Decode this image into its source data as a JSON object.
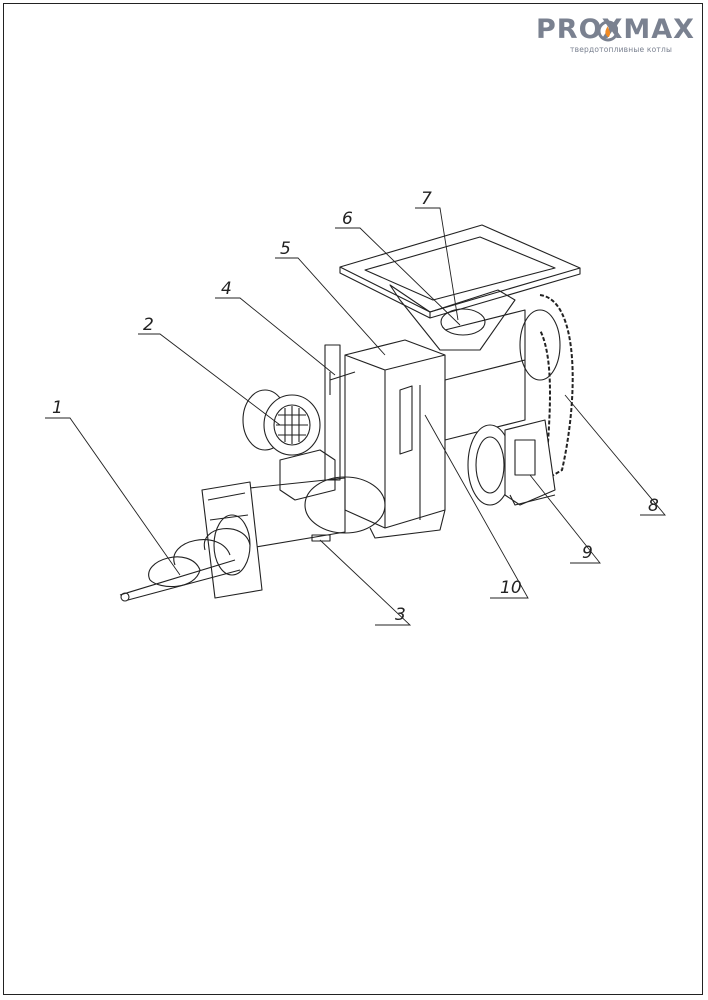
{
  "logo": {
    "brand": "PROXMAX",
    "tagline": "твердотопливные котлы",
    "icon": "flame-icon",
    "color": "#7a8190",
    "accent": "#f08a24"
  },
  "callouts": [
    "1",
    "2",
    "3",
    "4",
    "5",
    "6",
    "7",
    "8",
    "9",
    "10"
  ]
}
